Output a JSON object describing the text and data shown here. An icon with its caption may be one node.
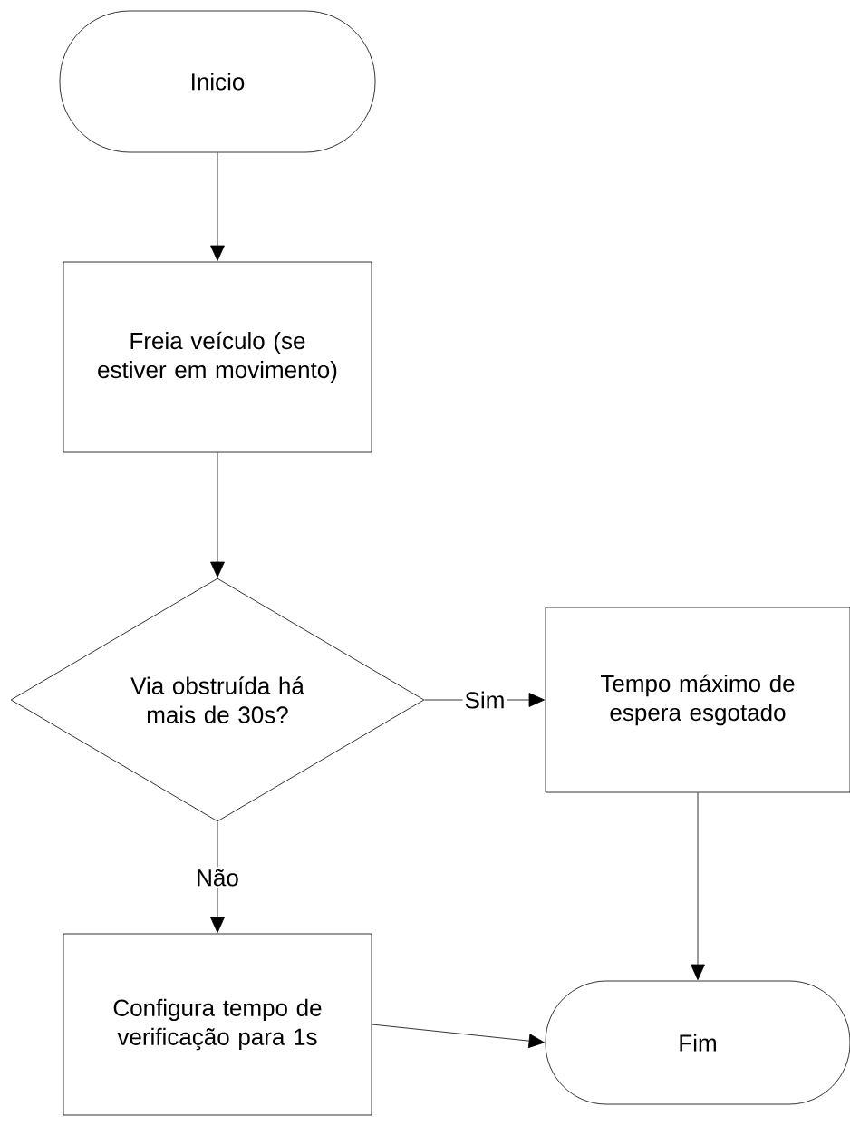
{
  "diagram": {
    "nodes": [
      {
        "text": [
          "Inicio"
        ]
      },
      {
        "text": [
          "Freia veículo (se estiver em movimento)"
        ]
      },
      {
        "text": [
          "Via obstruída há mais de 30s?"
        ]
      },
      {
        "text": [
          "Tempo máximo de espera esgotado"
        ]
      },
      {
        "text": [
          "Configura tempo de verificação para 1s"
        ]
      },
      {
        "text": [
          "Fim"
        ]
      }
    ],
    "edges": [
      {
        "from": 0,
        "to": 1,
        "arrow": "to"
      },
      {
        "from": 1,
        "to": 2,
        "arrow": "to"
      },
      {
        "from": 2,
        "to": 3,
        "arrow": "to",
        "label": "Sim"
      },
      {
        "from": 2,
        "to": 4,
        "arrow": "to",
        "label": "Não"
      },
      {
        "from": 3,
        "to": 5,
        "arrow": "to"
      },
      {
        "from": 4,
        "to": 5,
        "arrow": "to"
      }
    ]
  }
}
